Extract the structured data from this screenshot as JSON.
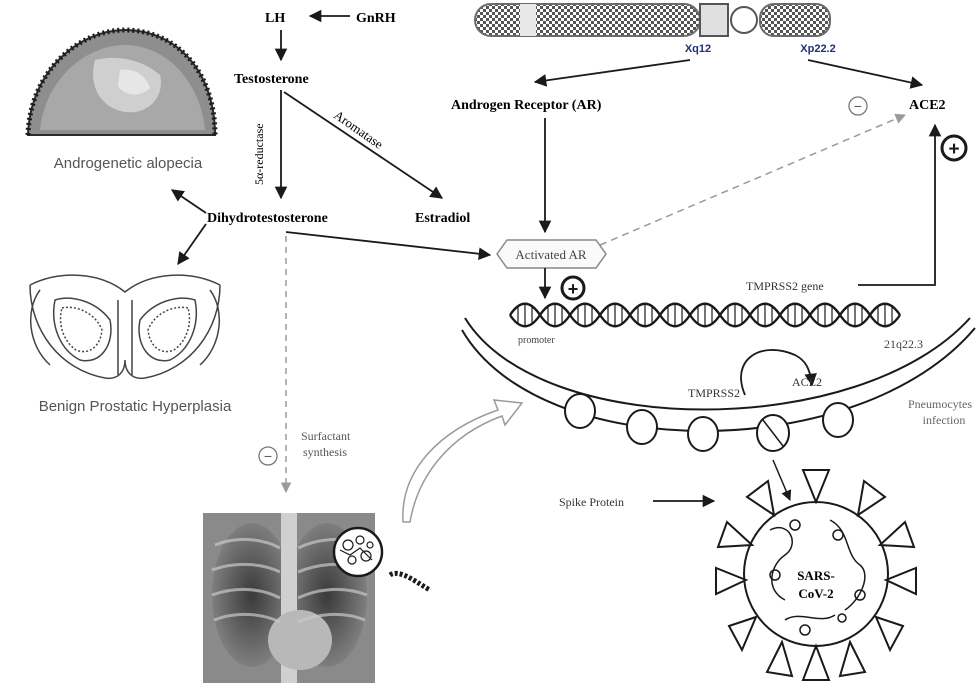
{
  "colors": {
    "ink": "#1a1a1a",
    "dashed": "#9a9a9a",
    "chromosome": "#6b6b6b",
    "band_label": "#1f2f7a",
    "xray_dark": "#2b2b2b",
    "xray_light": "#cfcfcf"
  },
  "hormones": {
    "lh": "LH",
    "gnrh": "GnRH",
    "testosterone": "Testosterone",
    "reductase": "5α-reductase",
    "aromatase": "Aromatase",
    "dht": "Dihydrotestosterone",
    "estradiol": "Estradiol"
  },
  "conditions": {
    "alopecia": "Androgenetic alopecia",
    "bph": "Benign Prostatic Hyperplasia"
  },
  "chromosome": {
    "band_xq12": "Xq12",
    "band_xp222": "Xp22.2"
  },
  "receptor": {
    "ar": "Androgen Receptor (AR)",
    "ace2_top": "ACE2",
    "activated_ar": "Activated AR"
  },
  "gene": {
    "tmprss2_gene": "TMPRSS2 gene",
    "promoter": "promoter",
    "locus": "21q22.3"
  },
  "cell": {
    "tmprss2": "TMPRSS2",
    "ace2": "ACE2",
    "pneumocytes_line1": "Pneumocytes",
    "pneumocytes_line2": "infection"
  },
  "lung": {
    "surfactant_line1": "Surfactant",
    "surfactant_line2": "synthesis"
  },
  "virus": {
    "spike": "Spike Protein",
    "name_line1": "SARS-",
    "name_line2": "CoV-2"
  },
  "signs": {
    "minus": "−",
    "plus": "+"
  }
}
